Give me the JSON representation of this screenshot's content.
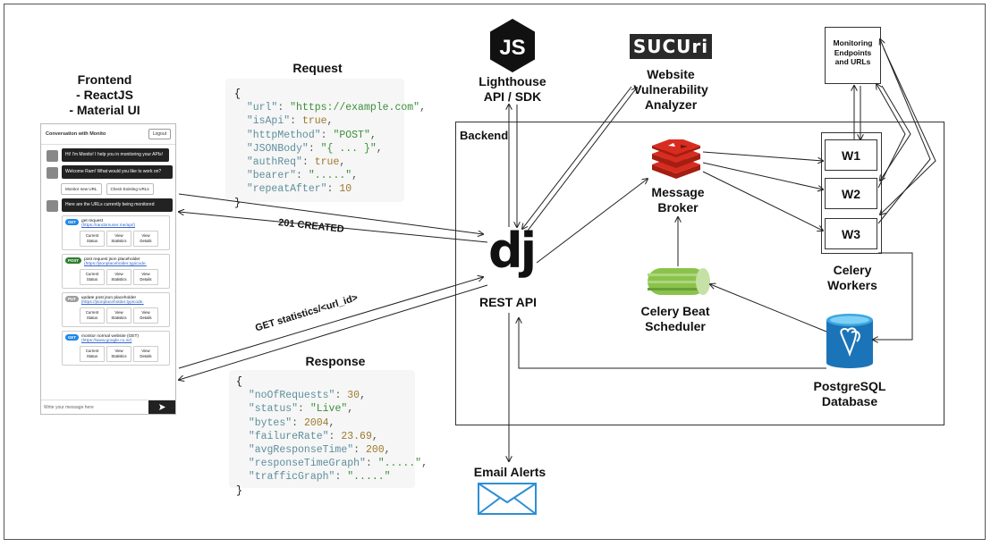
{
  "frontend": {
    "title_lines": [
      "Frontend",
      "- ReactJS",
      "- Material UI"
    ]
  },
  "chat": {
    "header": "Conversation with Monito",
    "logout": "Logout",
    "greeting": "Hi! I'm Monito! I help you in monitoring your APIs!",
    "welcome": "Welcome Ram! What would you like to work on?",
    "btn_new": "Monitor new URL",
    "btn_existing": "Check Existing URLs",
    "listing": "Here are the URLs currently being monitored",
    "cards": [
      {
        "method": "GET",
        "method_color": "#1e88e5",
        "name": "get request",
        "url": "(https://randomuser.me/api/)"
      },
      {
        "method": "POST",
        "method_color": "#2e7d32",
        "name": "post request json placeholder",
        "url": "(https://jsonplaceholder.typicode."
      },
      {
        "method": "PUT",
        "method_color": "#9e9e9e",
        "name": "update post json placeholder",
        "url": "(https://jsonplaceholder.typicode."
      },
      {
        "method": "GET",
        "method_color": "#1e88e5",
        "name": "monitor normal website (GET)",
        "url": "(https://www.google.co.in/)"
      }
    ],
    "card_buttons": [
      [
        "Current",
        "Status"
      ],
      [
        "View",
        "Statistics"
      ],
      [
        "View",
        "Details"
      ]
    ],
    "input_placeholder": "Write your message here",
    "send_icon": "send-icon"
  },
  "request": {
    "title": "Request",
    "lines": [
      "{",
      "  \"url\": \"https://example.com\",",
      "  \"isApi\": true,",
      "  \"httpMethod\": \"POST\",",
      "  \"JSONBody\": \"{ ... }\",",
      "  \"authReq\": true,",
      "  \"bearer\": \".....\",",
      "  \"repeatAfter\": 10",
      "}"
    ]
  },
  "response": {
    "title": "Response",
    "lines": [
      "{",
      "  \"noOfRequests\": 30,",
      "  \"status\": \"Live\",",
      "  \"bytes\": 2004,",
      "  \"failureRate\": 23.69,",
      "  \"avgResponseTime\": 200,",
      "  \"responseTimeGraph\": \".....\",",
      "  \"trafficGraph\": \".....\"",
      "}"
    ]
  },
  "edges": {
    "created": "201 CREATED",
    "stats": "GET statistics/<url_id>"
  },
  "lighthouse": {
    "icon_text": "JS",
    "lines": [
      "Lighthouse",
      "API / SDK"
    ]
  },
  "sucuri": {
    "logo_text": "SUCUri",
    "lines": [
      "Website",
      "Vulnerability",
      "Analyzer"
    ]
  },
  "monitoring": {
    "lines": [
      "Monitoring",
      "Endpoints",
      "and URLs"
    ]
  },
  "backend": {
    "label": "Backend"
  },
  "django": {
    "logo": "dj",
    "label": "REST API"
  },
  "broker": {
    "lines": [
      "Message",
      "Broker"
    ]
  },
  "celery_beat": {
    "lines": [
      "Celery Beat",
      "Scheduler"
    ]
  },
  "workers": {
    "items": [
      "W1",
      "W2",
      "W3"
    ],
    "lines": [
      "Celery",
      "Workers"
    ]
  },
  "db": {
    "lines": [
      "PostgreSQL",
      "Database"
    ]
  },
  "email": {
    "label": "Email Alerts"
  },
  "colors": {
    "redis": "#d82c20",
    "celery": "#8bc34a",
    "postgres": "#336791",
    "db_top": "#3aa7e0",
    "email": "#2d8fd5"
  }
}
